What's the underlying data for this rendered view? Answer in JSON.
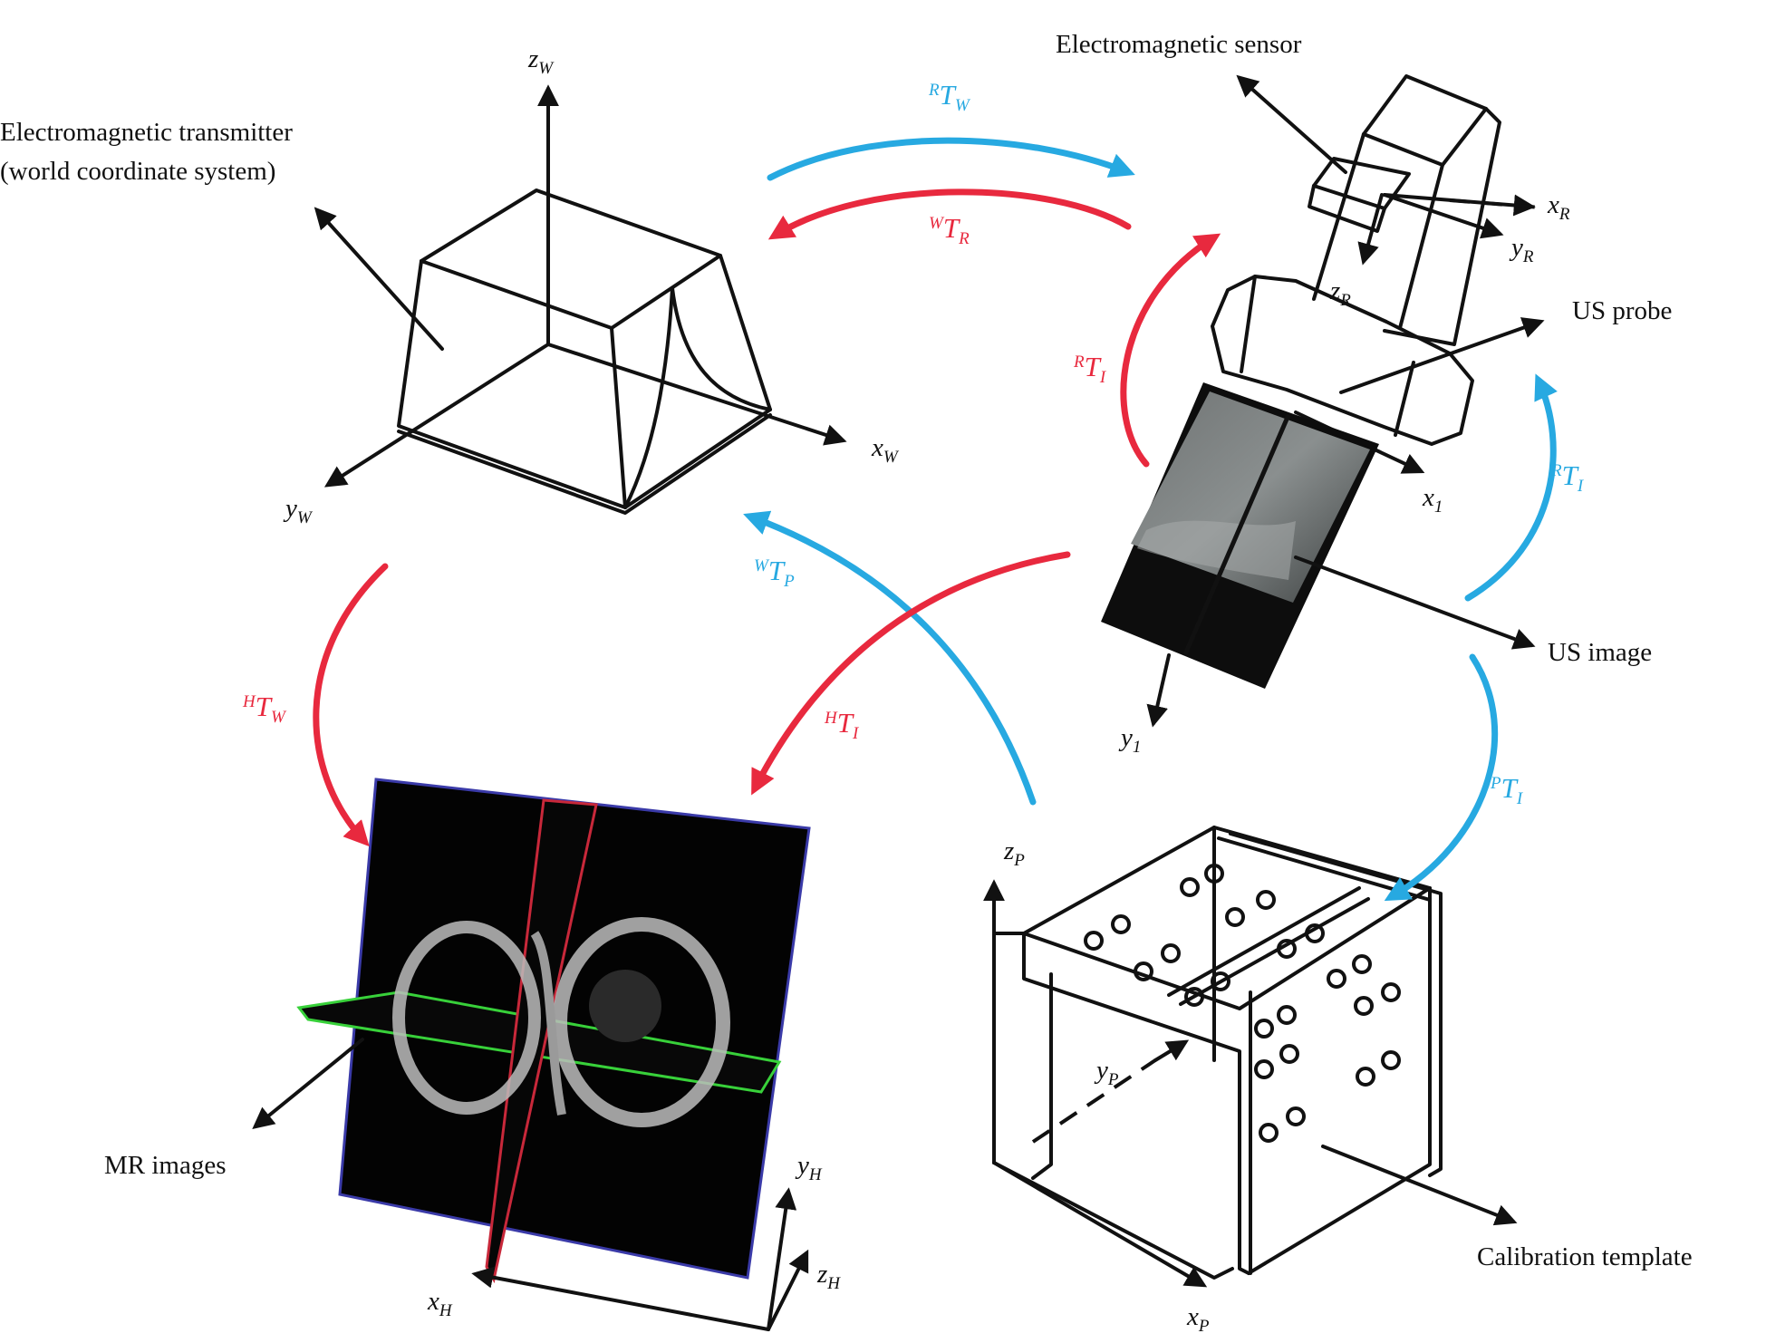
{
  "labels": {
    "em_transmitter_line1": "Electromagnetic transmitter",
    "em_transmitter_line2": "(world coordinate system)",
    "em_sensor": "Electromagnetic sensor",
    "us_probe": "US probe",
    "us_image": "US image",
    "mr_images": "MR images",
    "calibration_template": "Calibration template"
  },
  "axes": {
    "zW": {
      "main": "z",
      "sub": "W"
    },
    "xW": {
      "main": "x",
      "sub": "W"
    },
    "yW": {
      "main": "y",
      "sub": "W"
    },
    "xR": {
      "main": "x",
      "sub": "R"
    },
    "yR": {
      "main": "y",
      "sub": "R"
    },
    "zR": {
      "main": "z",
      "sub": "R"
    },
    "x1": {
      "main": "x",
      "sub": "1"
    },
    "y1": {
      "main": "y",
      "sub": "1"
    },
    "xH": {
      "main": "x",
      "sub": "H"
    },
    "yH": {
      "main": "y",
      "sub": "H"
    },
    "zH": {
      "main": "z",
      "sub": "H"
    },
    "zP": {
      "main": "z",
      "sub": "P"
    },
    "yP": {
      "main": "y",
      "sub": "P"
    },
    "xP": {
      "main": "x",
      "sub": "P"
    }
  },
  "transforms": {
    "RTW": {
      "sup": "R",
      "main": "T",
      "sub": "W",
      "color": "#27a9e1"
    },
    "WTR": {
      "sup": "W",
      "main": "T",
      "sub": "R",
      "color": "#e8293e"
    },
    "RTI_red": {
      "sup": "R",
      "main": "T",
      "sub": "I",
      "color": "#e8293e"
    },
    "RTI_blue": {
      "sup": "R",
      "main": "T",
      "sub": "I",
      "color": "#27a9e1"
    },
    "WTP": {
      "sup": "W",
      "main": "T",
      "sub": "P",
      "color": "#27a9e1"
    },
    "HTW": {
      "sup": "H",
      "main": "T",
      "sub": "W",
      "color": "#e8293e"
    },
    "HTI": {
      "sup": "H",
      "main": "T",
      "sub": "I",
      "color": "#e8293e"
    },
    "PTI": {
      "sup": "P",
      "main": "T",
      "sub": "I",
      "color": "#27a9e1"
    }
  },
  "colors": {
    "red_arrow": "#e8293e",
    "blue_arrow": "#27a9e1",
    "mr_plane_blue": "#3a3aa8",
    "mr_plane_red": "#c8283a",
    "mr_plane_green": "#38d13a"
  }
}
